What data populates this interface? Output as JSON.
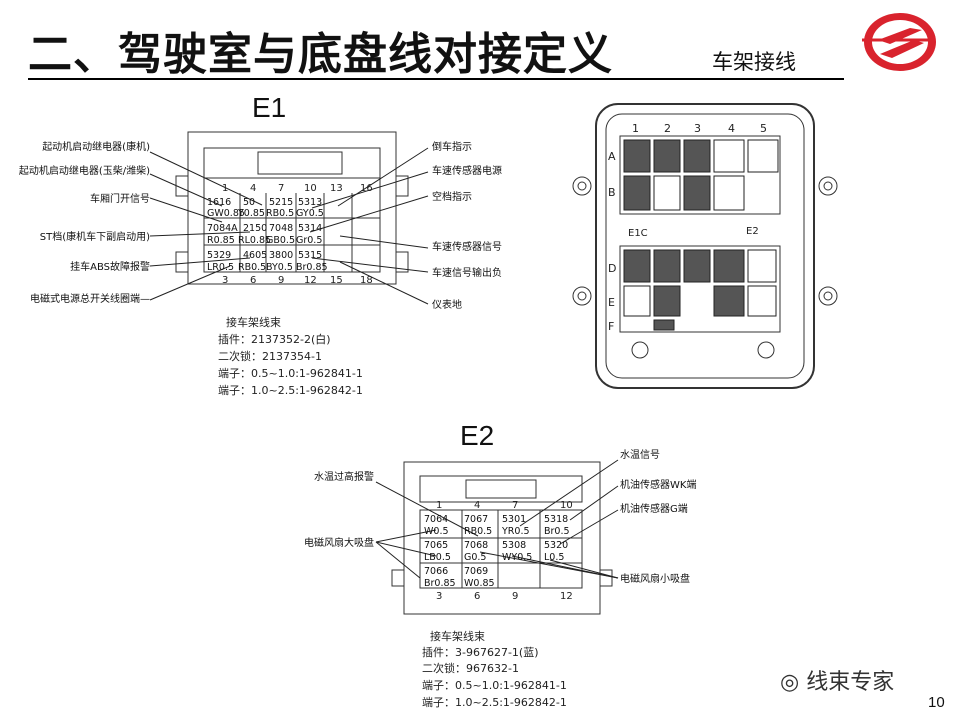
{
  "header": {
    "title": "二、驾驶室与底盘线对接定义",
    "subtitle": "车架接线",
    "logo": "company-logo"
  },
  "e1": {
    "label": "E1",
    "pins_top": [
      "1",
      "4",
      "7",
      "10",
      "13",
      "16"
    ],
    "pins_bottom": [
      "3",
      "6",
      "9",
      "12",
      "15",
      "18"
    ],
    "cells": [
      [
        {
          "code": "1616",
          "wire": "GW0.85"
        },
        {
          "code": "50",
          "wire": "Y0.85"
        },
        {
          "code": "5215",
          "wire": "RB0.5"
        },
        {
          "code": "5313",
          "wire": "GY0.5"
        }
      ],
      [
        {
          "code": "7084A",
          "wire": "R0.85"
        },
        {
          "code": "2150",
          "wire": "RL0.85"
        },
        {
          "code": "7048",
          "wire": "GB0.5"
        },
        {
          "code": "5314",
          "wire": "Gr0.5"
        }
      ],
      [
        {
          "code": "5329",
          "wire": "LR0.5"
        },
        {
          "code": "4605",
          "wire": "RB0.5"
        },
        {
          "code": "3800",
          "wire": "BY0.5"
        },
        {
          "code": "5315",
          "wire": "Br0.85"
        }
      ]
    ],
    "left_labels": [
      "起动机启动继电器(康机)",
      "起动机启动继电器(玉柴/潍柴)",
      "车厢门开信号",
      "ST档(康机车下副启动用)",
      "挂车ABS故障报警",
      "电磁式电源总开关线圈端—"
    ],
    "right_labels": [
      "倒车指示",
      "车速传感器电源",
      "空档指示",
      "车速传感器信号",
      "车速信号输出负",
      "仪表地"
    ],
    "notes": [
      "接车架线束",
      "插件：2137352-2(白)",
      "二次锁：2137354-1",
      "端子：0.5~1.0:1-962841-1",
      "端子：1.0~2.5:1-962842-1"
    ]
  },
  "e2": {
    "label": "E2",
    "pins_top": [
      "1",
      "4",
      "7",
      "10"
    ],
    "pins_bottom": [
      "3",
      "6",
      "9",
      "12"
    ],
    "cells": [
      [
        {
          "code": "7064",
          "wire": "W0.5"
        },
        {
          "code": "7067",
          "wire": "RB0.5"
        },
        {
          "code": "5301",
          "wire": "YR0.5"
        },
        {
          "code": "5318",
          "wire": "Br0.5"
        }
      ],
      [
        {
          "code": "7065",
          "wire": "LB0.5"
        },
        {
          "code": "7068",
          "wire": "G0.5"
        },
        {
          "code": "5308",
          "wire": "WY0.5"
        },
        {
          "code": "5320",
          "wire": "L0.5"
        }
      ],
      [
        {
          "code": "7066",
          "wire": "Br0.85"
        },
        {
          "code": "7069",
          "wire": "W0.85"
        },
        {
          "code": "",
          "wire": ""
        },
        {
          "code": "",
          "wire": ""
        }
      ]
    ],
    "left_labels": [
      "水温过高报警",
      "电磁风扇大吸盘"
    ],
    "right_labels": [
      "水温信号",
      "机油传感器WK端",
      "机油传感器G端",
      "电磁风扇小吸盘"
    ],
    "notes": [
      "接车架线束",
      "插件：3-967627-1(蓝)",
      "二次锁：967632-1",
      "端子：0.5~1.0:1-962841-1",
      "端子：1.0~2.5:1-962842-1"
    ]
  },
  "box": {
    "cols": [
      "1",
      "2",
      "3",
      "4",
      "5"
    ],
    "rows": [
      "A",
      "B",
      "D",
      "E",
      "F"
    ],
    "tag1": "E1C",
    "tag2": "E2"
  },
  "footer": {
    "watermark": "线束专家",
    "page": "10"
  }
}
